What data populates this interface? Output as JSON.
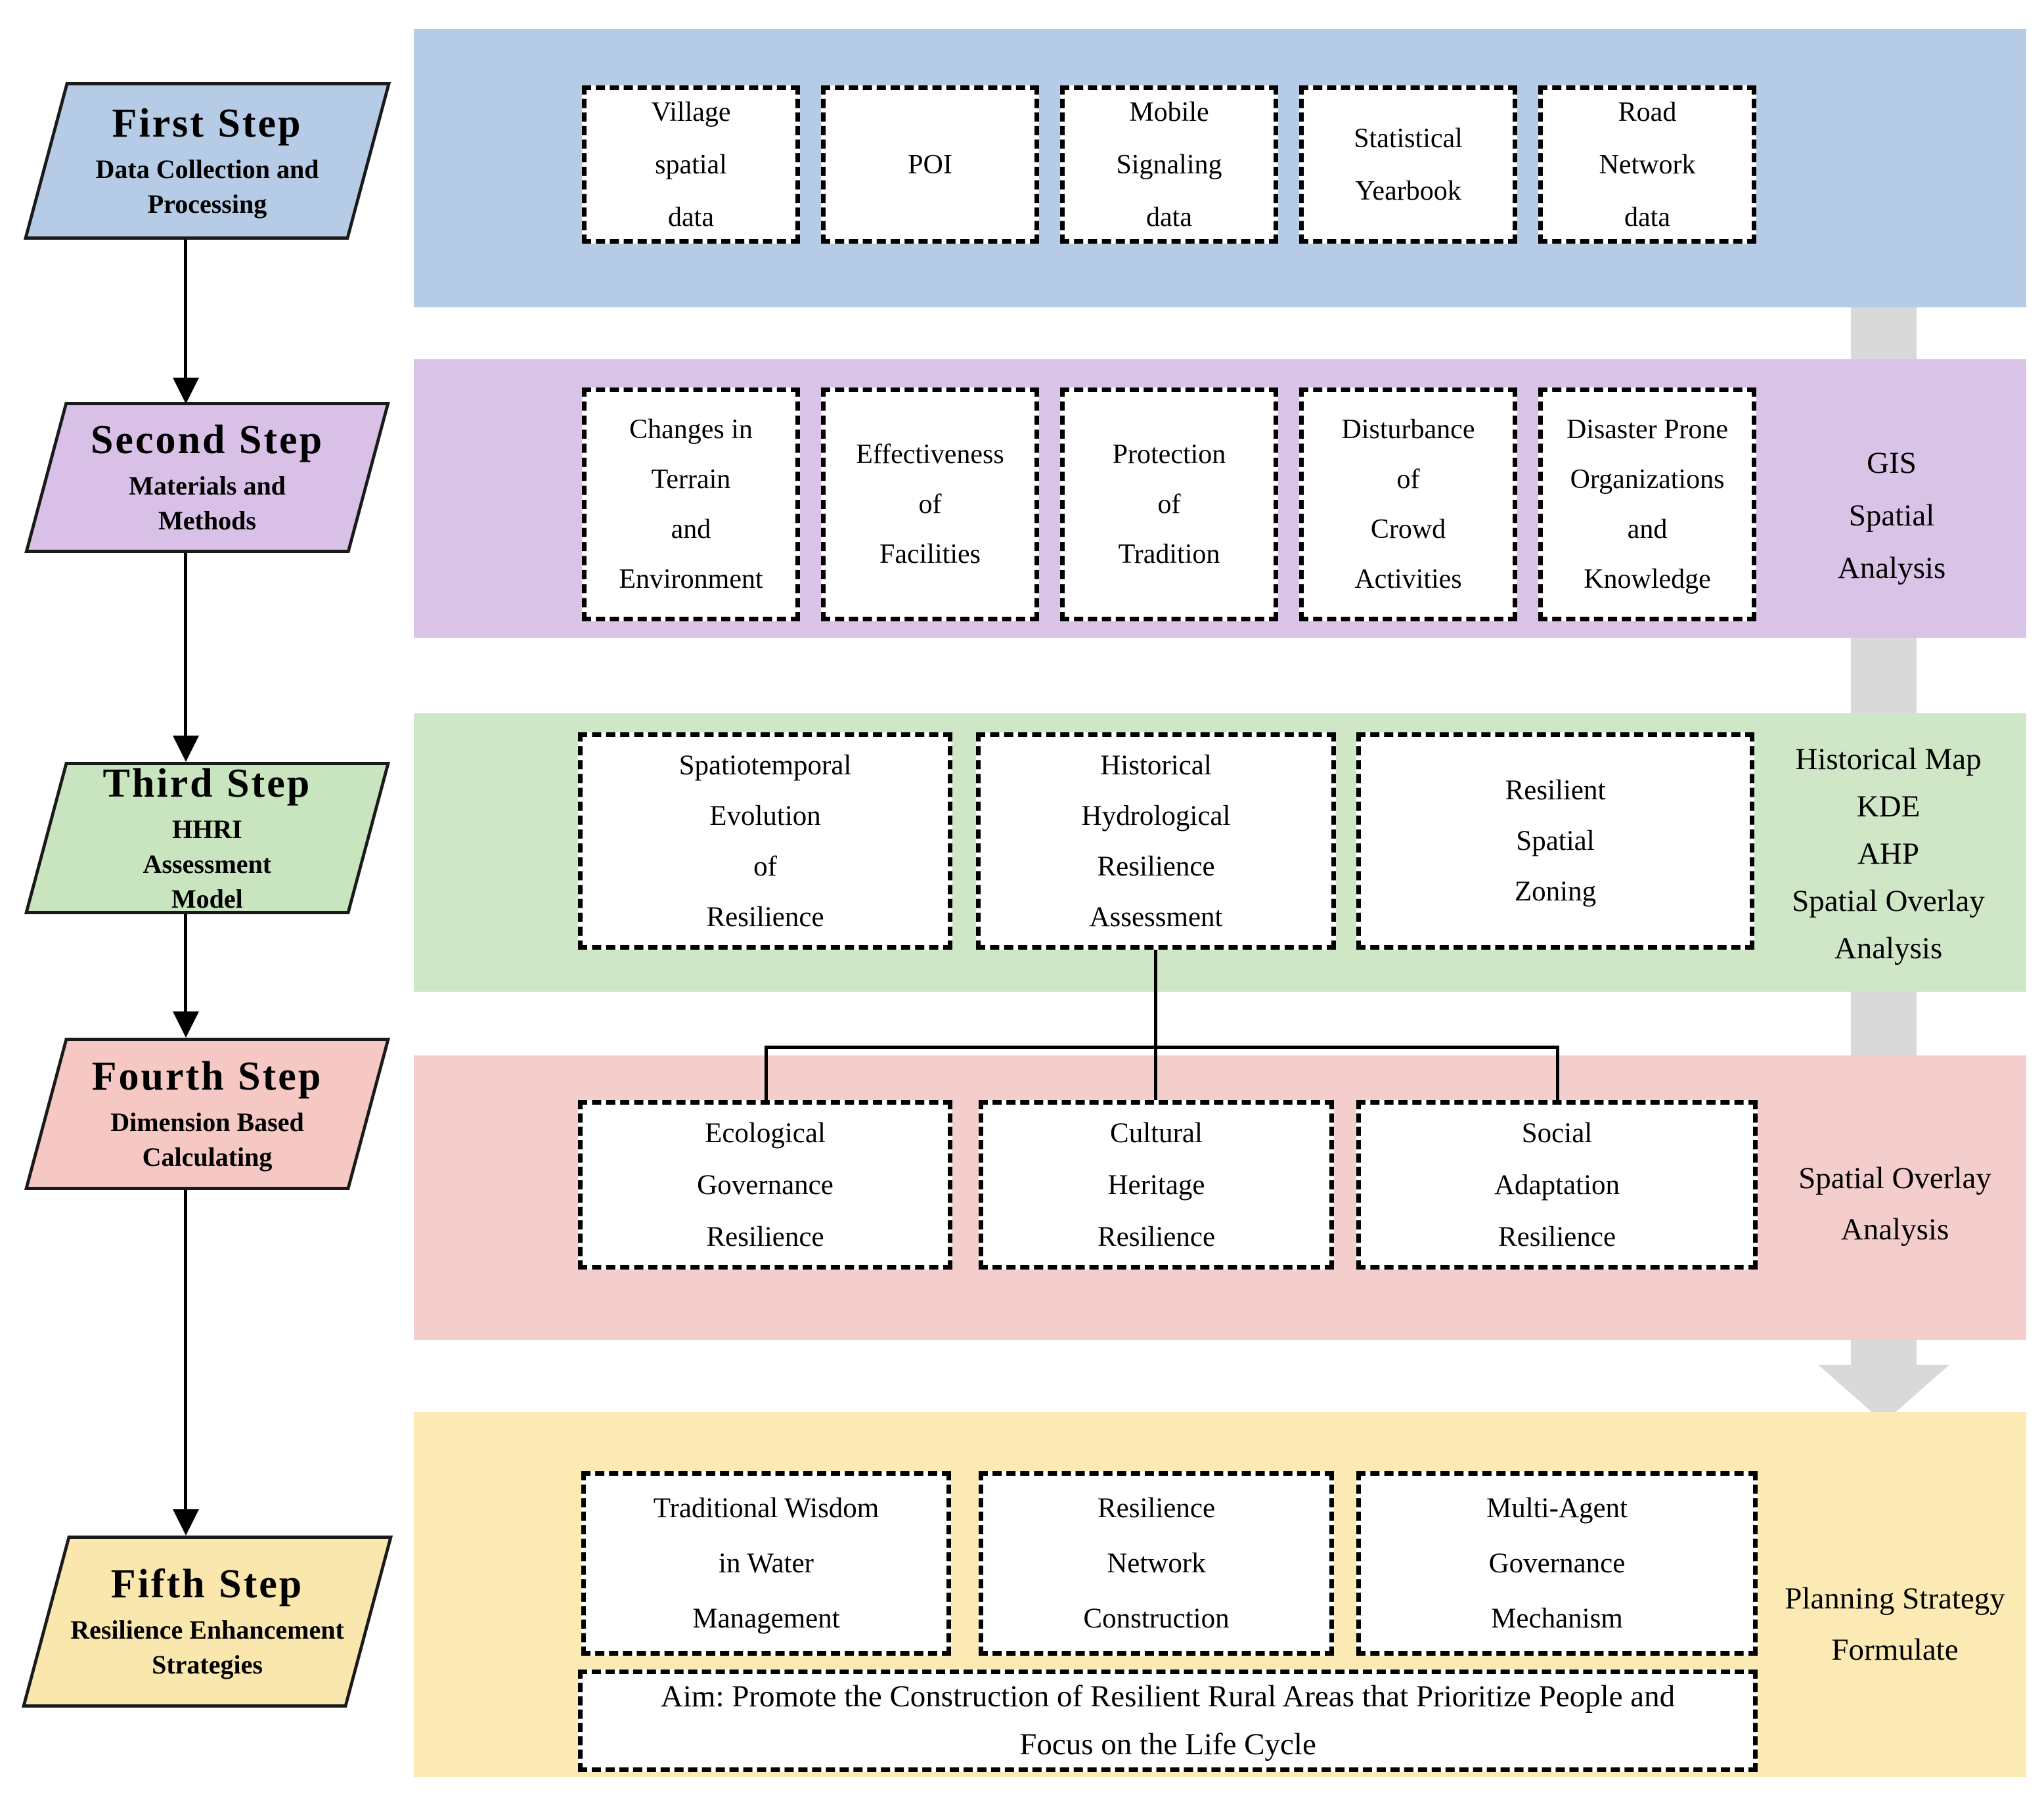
{
  "colors": {
    "band_blue": "#b6cce6",
    "band_purple": "#d9c3e6",
    "band_green": "#cfe7c6",
    "band_red": "#f3cecd",
    "band_yellow": "#fbeab4",
    "gray_arrow": "#d9d9d9",
    "box_background": "#ffffff",
    "line_black": "#000000"
  },
  "steps": [
    {
      "title": "First  Step",
      "subtitle": "Data Collection and\nProcessing"
    },
    {
      "title": "Second  Step",
      "subtitle": "Materials and\nMethods"
    },
    {
      "title": "Third  Step",
      "subtitle": "HHRI\nAssessment\nModel"
    },
    {
      "title": "Fourth  Step",
      "subtitle": "Dimension Based\nCalculating"
    },
    {
      "title": "Fifth  Step",
      "subtitle": "Resilience Enhancement\nStrategies"
    }
  ],
  "bands": [
    {
      "boxes": [
        "Village\nspatial\ndata",
        "POI",
        "Mobile\nSignaling\ndata",
        "Statistical\nYearbook",
        "Road\nNetwork\ndata"
      ],
      "label": ""
    },
    {
      "boxes": [
        "Changes in\nTerrain\nand\nEnvironment",
        "Effectiveness\nof\nFacilities",
        "Protection\nof\nTradition",
        "Disturbance\nof\nCrowd\nActivities",
        "Disaster Prone\nOrganizations\nand\nKnowledge"
      ],
      "label": "GIS\nSpatial\nAnalysis"
    },
    {
      "boxes": [
        "Spatiotemporal\nEvolution\nof\nResilience",
        "Historical\nHydrological\nResilience\nAssessment",
        "Resilient\nSpatial\nZoning"
      ],
      "label": "Historical Map\nKDE\nAHP\nSpatial Overlay\nAnalysis"
    },
    {
      "boxes": [
        "Ecological\nGovernance\nResilience",
        "Cultural\nHeritage\nResilience",
        "Social\nAdaptation\nResilience"
      ],
      "label": "Spatial Overlay\nAnalysis"
    },
    {
      "boxes": [
        "Traditional Wisdom\nin Water\nManagement",
        "Resilience\nNetwork\nConstruction",
        "Multi-Agent\nGovernance\nMechanism"
      ],
      "label": "Planning Strategy\nFormulate",
      "aim": "Aim: Promote the Construction of Resilient Rural Areas that Prioritize People and\nFocus on the Life Cycle"
    }
  ]
}
